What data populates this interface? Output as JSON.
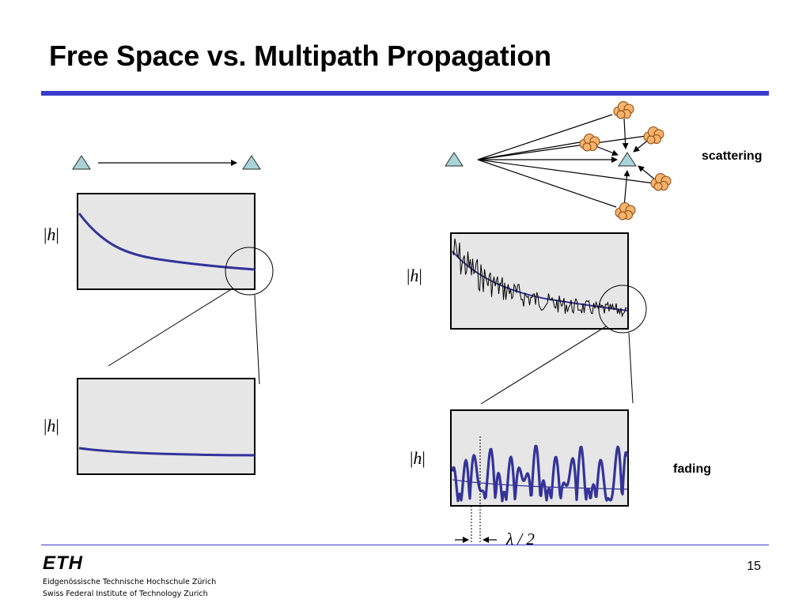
{
  "slide": {
    "title": "Free Space vs. Multipath Propagation",
    "page_number": "15"
  },
  "labels": {
    "magnitude_symbol": "h",
    "scattering": "scattering",
    "fading": "fading",
    "half_wavelength": "λ / 2"
  },
  "footer": {
    "logo": "ETH",
    "institution_de": "Eidgenössische Technische Hochschule Zürich",
    "institution_en": "Swiss Federal Institute of Technology Zurich"
  },
  "colors": {
    "accent_blue": "#3b3bd0",
    "curve_blue": "#33339a",
    "plot_background": "#e6e6e6",
    "antenna_fill": "#a8d4d8",
    "scatterer_fill": "#f5b36e"
  }
}
